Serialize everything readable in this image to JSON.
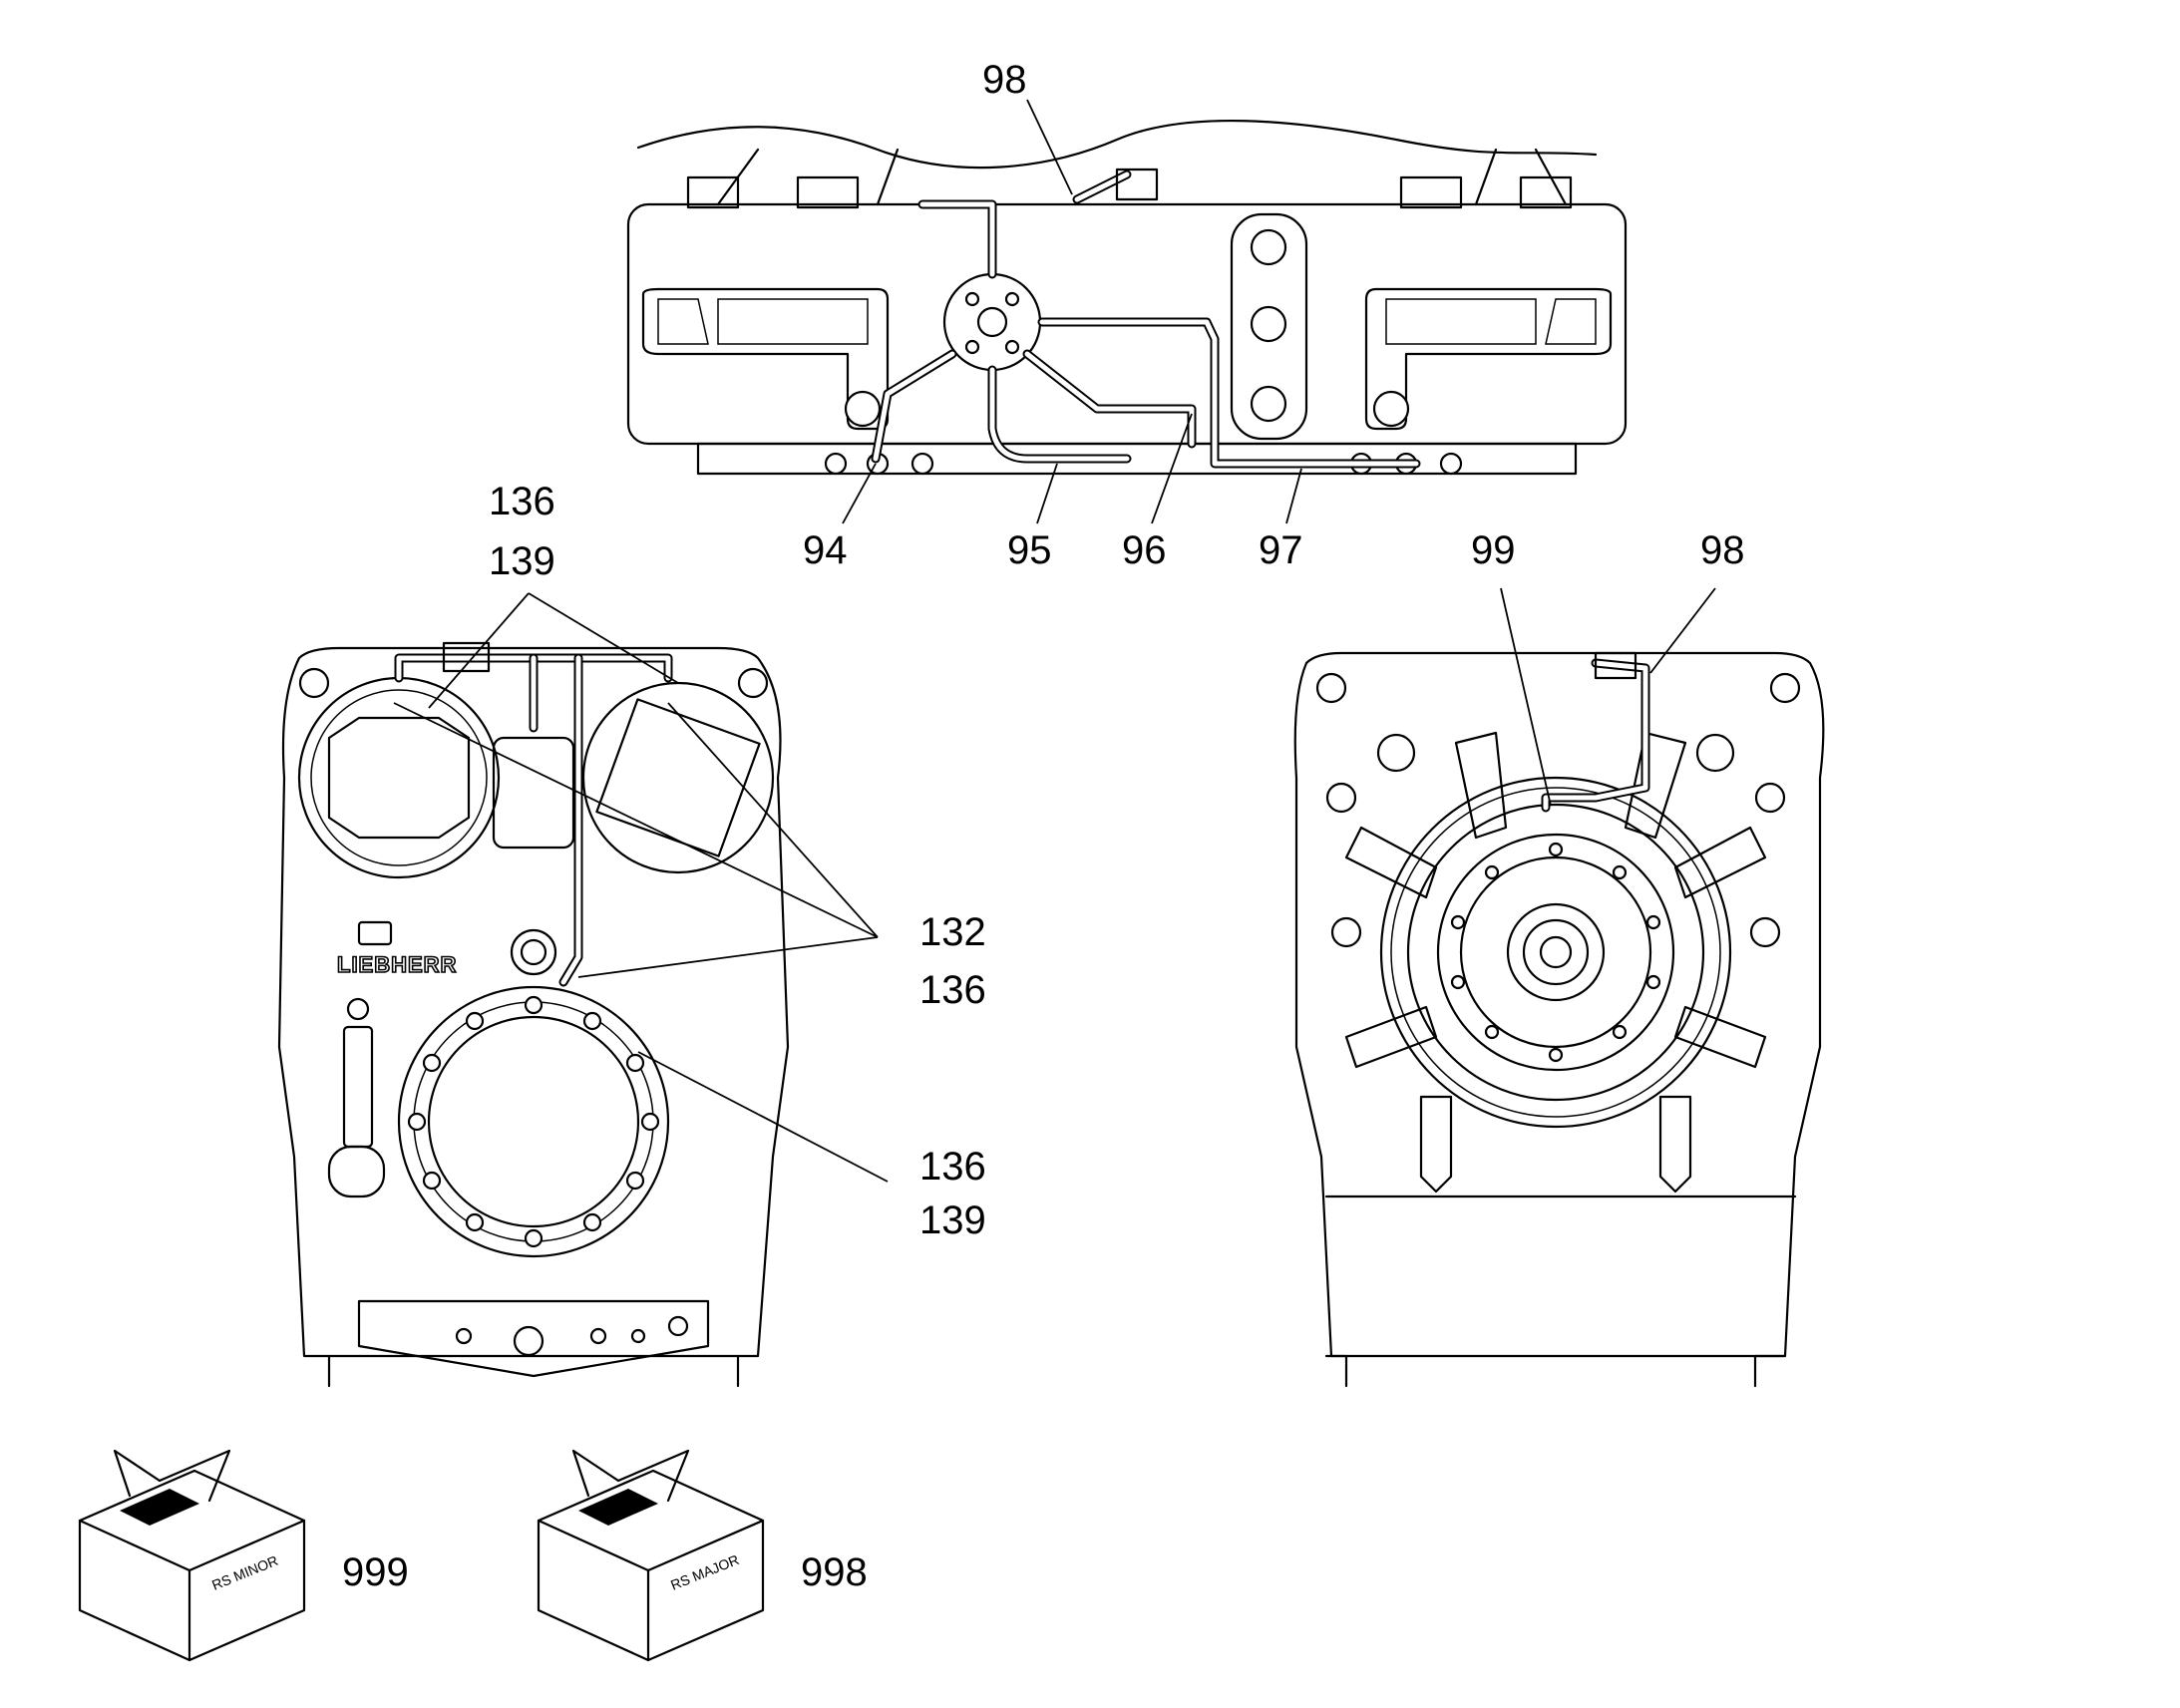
{
  "callouts": {
    "top_98": "98",
    "c94": "94",
    "c95": "95",
    "c96": "96",
    "c97": "97",
    "left_136a": "136",
    "left_139a": "139",
    "mid_132": "132",
    "mid_136": "136",
    "low_136": "136",
    "low_139": "139",
    "right_99": "99",
    "right_98": "98",
    "c999": "999",
    "c998": "998"
  },
  "logo_text": "LIEBHERR",
  "boxes": {
    "minor_label": "RS MINOR",
    "major_label": "RS MAJOR"
  }
}
